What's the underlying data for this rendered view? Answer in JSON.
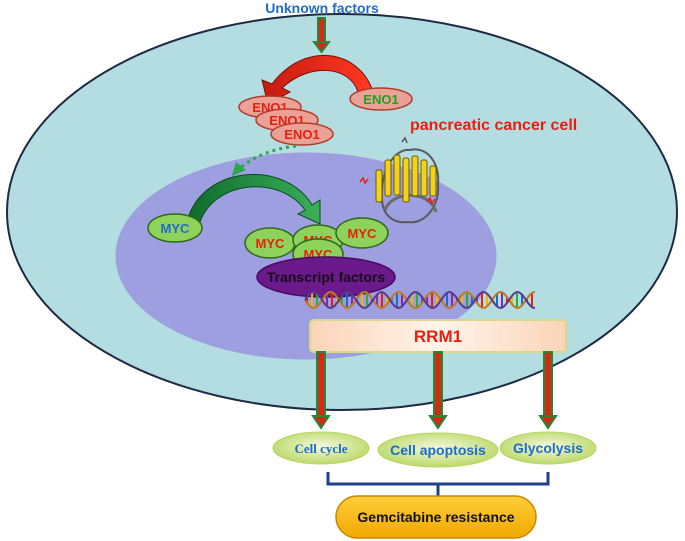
{
  "labels": {
    "unknown_factors": "Unknown factors",
    "cell_label": "pancreatic cancer cell",
    "eno1_right": "ENO1",
    "eno1_stack": [
      "ENO1",
      "ENO1",
      "ENO1"
    ],
    "myc_left": "MYC",
    "myc_cluster": [
      "MYC",
      "MYC",
      "MYC",
      "MYC"
    ],
    "transcript_factors": "Transcript factors",
    "rrm1": "RRM1",
    "cell_cycle": "Cell cycle",
    "cell_apoptosis": "Cell apoptosis",
    "glycolysis": "Glycolysis",
    "gemcitabine_resistance": "Gemcitabine resistance"
  },
  "colors": {
    "cell_fill": "#b3dde1",
    "nucleus_fill": "#9d9fe0",
    "eno1_fill": "#e9a295",
    "eno1_text": "#e81e10",
    "eno1_right_text": "#1fa01f",
    "myc_fill": "#8fd25b",
    "myc_text_red": "#e81e10",
    "myc_text_blue": "#1e6cc8",
    "transcript_fill": "#6a1a8a",
    "rrm1_text": "#e81e10",
    "outcome_fill": "#c6e07a",
    "outcome_text": "#1e6cc8",
    "gemcitabine_fill": "#f7b400",
    "arrow_red": "#d42a12",
    "arrow_green": "#1f8a3a",
    "bracket": "#1f3f8f"
  }
}
